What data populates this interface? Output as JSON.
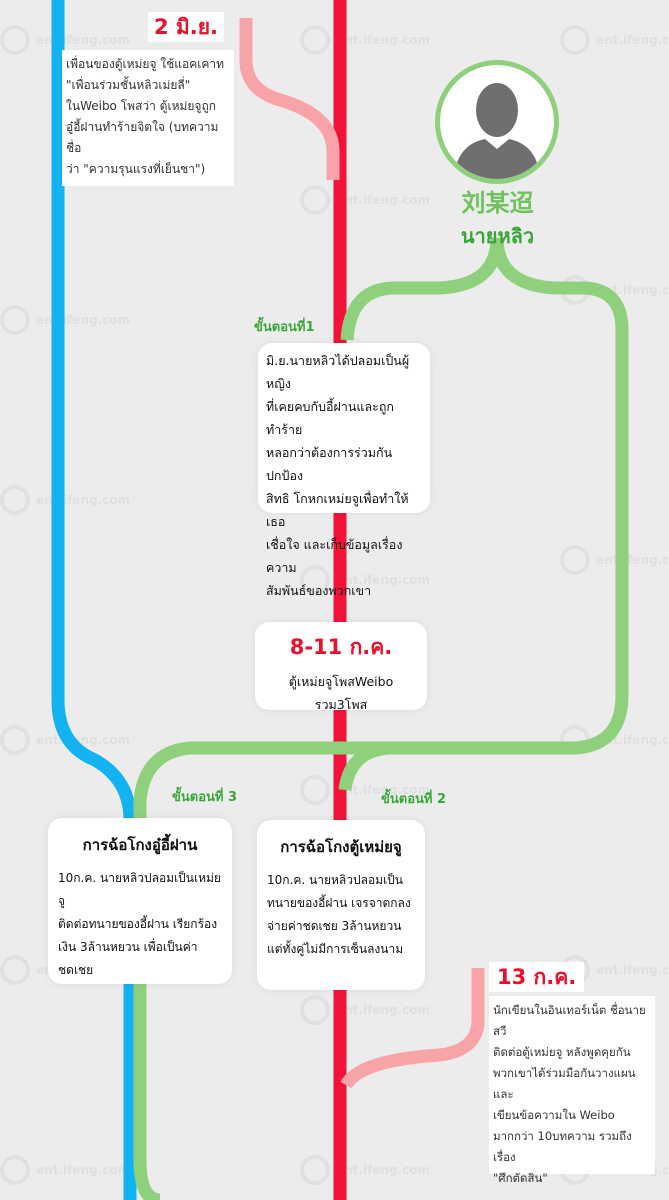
{
  "watermark_text": "ent.ifeng.com",
  "colors": {
    "blue": "#12b3f0",
    "red": "#f11438",
    "green": "#8fd07c",
    "pink": "#f7a3a8",
    "date_red": "#e8102a",
    "step_green": "#3aa63a"
  },
  "person": {
    "chinese_name": "刘某迢",
    "thai_name": "นายหลิว"
  },
  "event_jun2": {
    "date": "2 มิ.ย.",
    "lines": [
      "เพื่อนของตู้เหม่ยจู ใช้แอคเคาท",
      "\"เพื่อนร่วมชั้นหลิวเม่ยลี่\"",
      "ในWeibo โพสว่า ตู้เหม่ยจูถูก",
      "อู๋อี้ฝานทำร้ายจิตใจ (บทความชื่อ",
      "ว่า \"ความรุนแรงที่เย็นชา\")"
    ]
  },
  "step1": {
    "label": "ขั้นตอนที่1",
    "lines": [
      "มิ.ย.นายหลิวได้ปลอมเป็นผู้หญิง",
      "ที่เคยคบกับอี้ฝานและถูกทำร้าย",
      "หลอกว่าต้องการร่วมกันปกป้อง",
      "สิทธิ โกหกเหม่ยจูเพื่อทำให้เธอ",
      "เชื่อใจ และเก็บข้อมูลเรื่องความ",
      "สัมพันธ์ของพวกเขา"
    ]
  },
  "event_jul8": {
    "date": "8-11 ก.ค.",
    "text": "ตู้เหม่ยจูโพสWeibo รวม3โพส"
  },
  "step3": {
    "label": "ขั้นตอนที่ 3",
    "title": "การฉ้อโกงอู๋อี้ฝาน",
    "lines": [
      "10ก.ค. นายหลิวปลอมเป็นเหม่ยจู",
      "ติดต่อทนายของอี้ฝาน เรียกร้อง",
      "เงิน 3ล้านหยวน เพื่อเป็นค่าชดเชย"
    ]
  },
  "step2": {
    "label": "ขั้นตอนที่ 2",
    "title": "การฉ้อโกงตู้เหม่ยจู",
    "lines": [
      "10ก.ค. นายหลิวปลอมเป็น",
      "ทนายของอี้ฝาน เจรจาตกลง",
      "จ่ายค่าชดเชย 3ล้านหยวน",
      "แต่ทั้งคู่ไม่มีการเซ็นลงนาม"
    ]
  },
  "event_jul13": {
    "date": "13 ก.ค.",
    "lines": [
      "นักเขียนในอินเทอร์เน็ต ชื่อนายสวี",
      "ติดต่อตู้เหม่ยจู หลังพูดคุยกัน",
      "พวกเขาได้ร่วมมือกันวางแผนและ",
      "เขียนข้อความใน Weibo",
      "มากกว่า 10บทความ รวมถึงเรื่อง",
      "\"ศึกตัดสิน\""
    ]
  }
}
